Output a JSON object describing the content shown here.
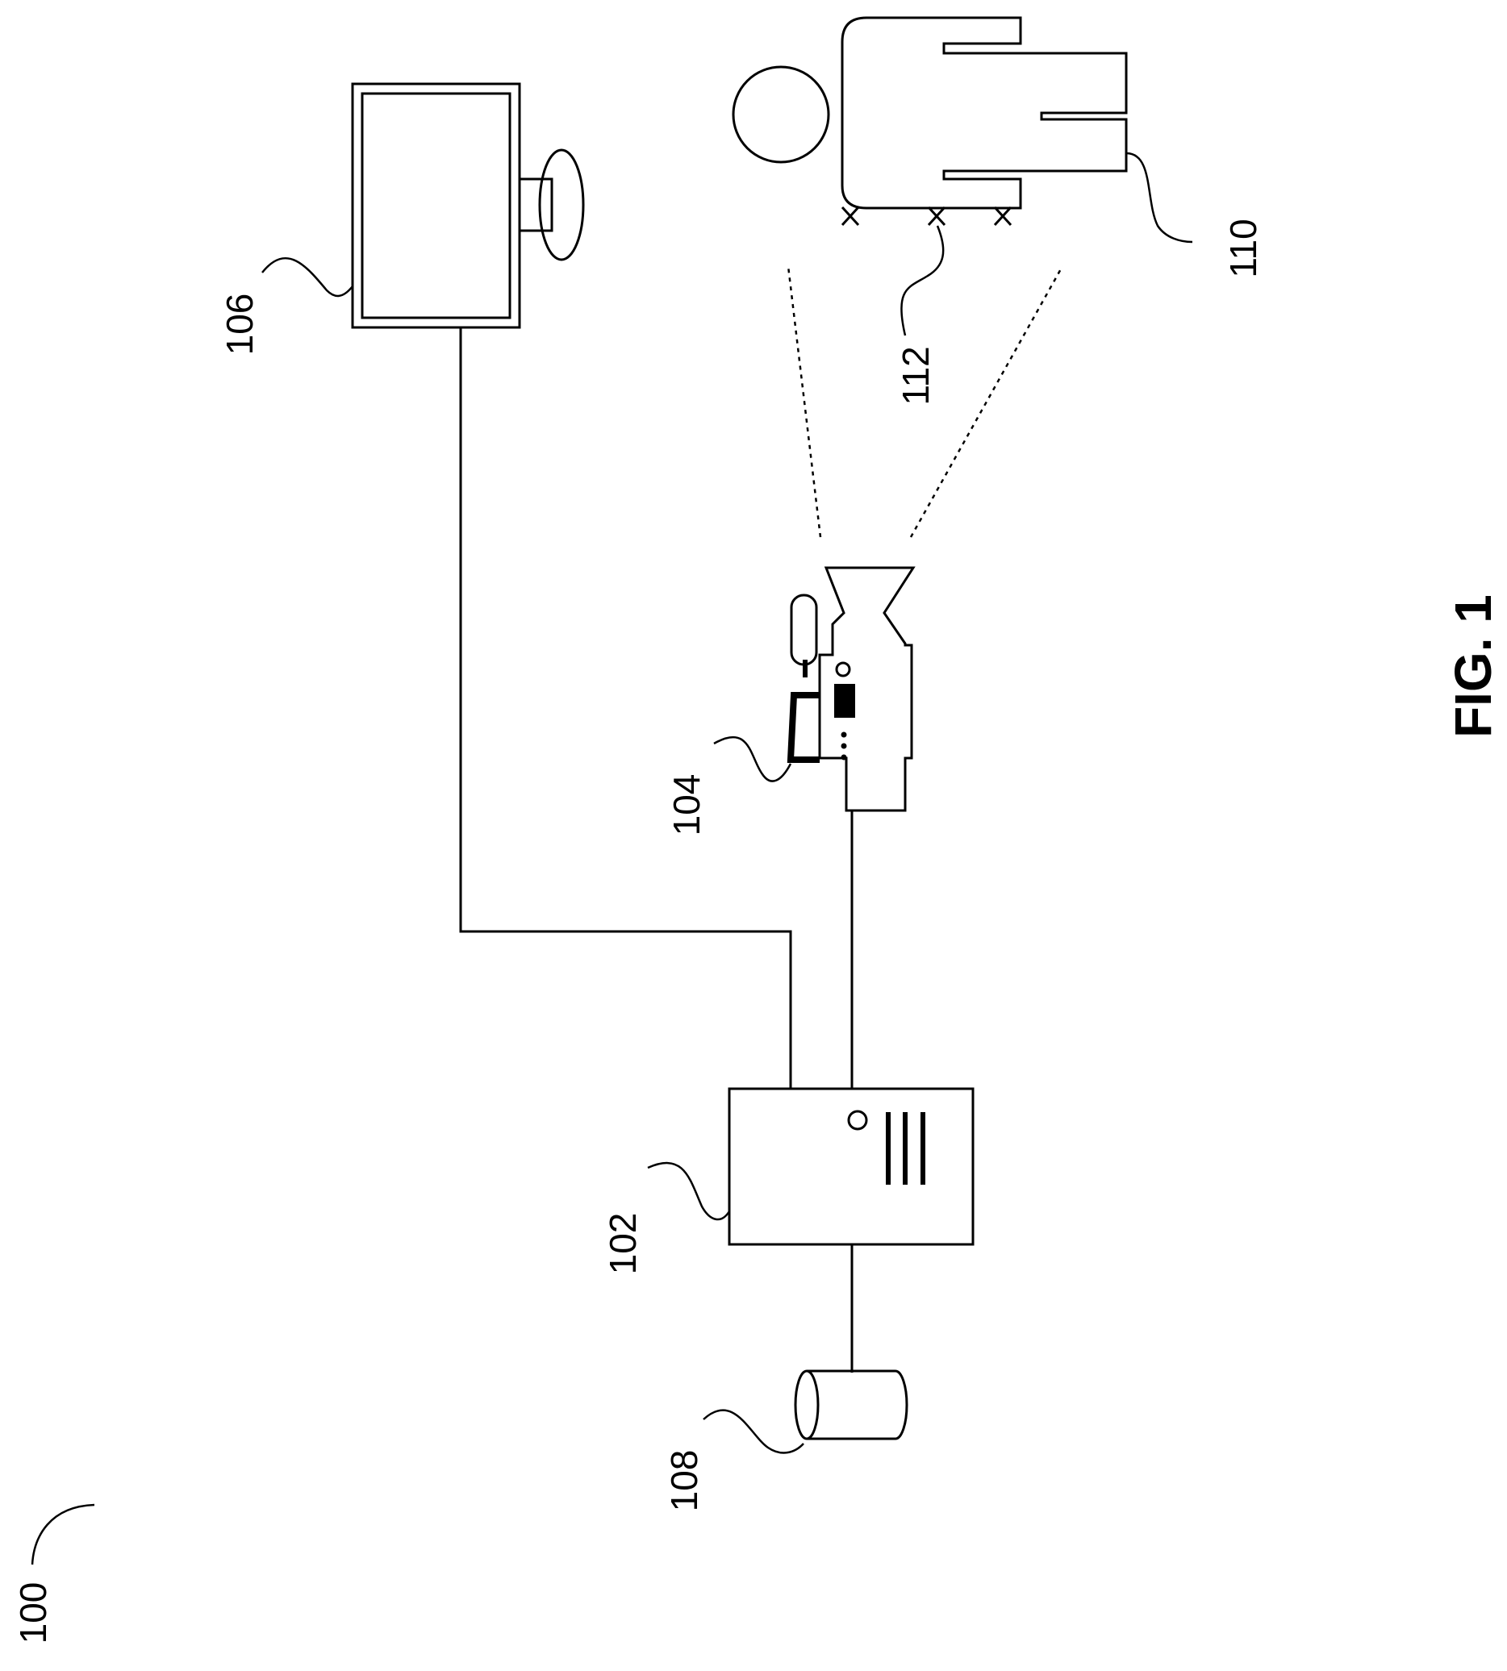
{
  "figure": {
    "label": "FIG. 1",
    "references": {
      "system": "100",
      "server": "102",
      "camera": "104",
      "monitor": "106",
      "database": "108",
      "person": "110",
      "markers": "112"
    }
  }
}
